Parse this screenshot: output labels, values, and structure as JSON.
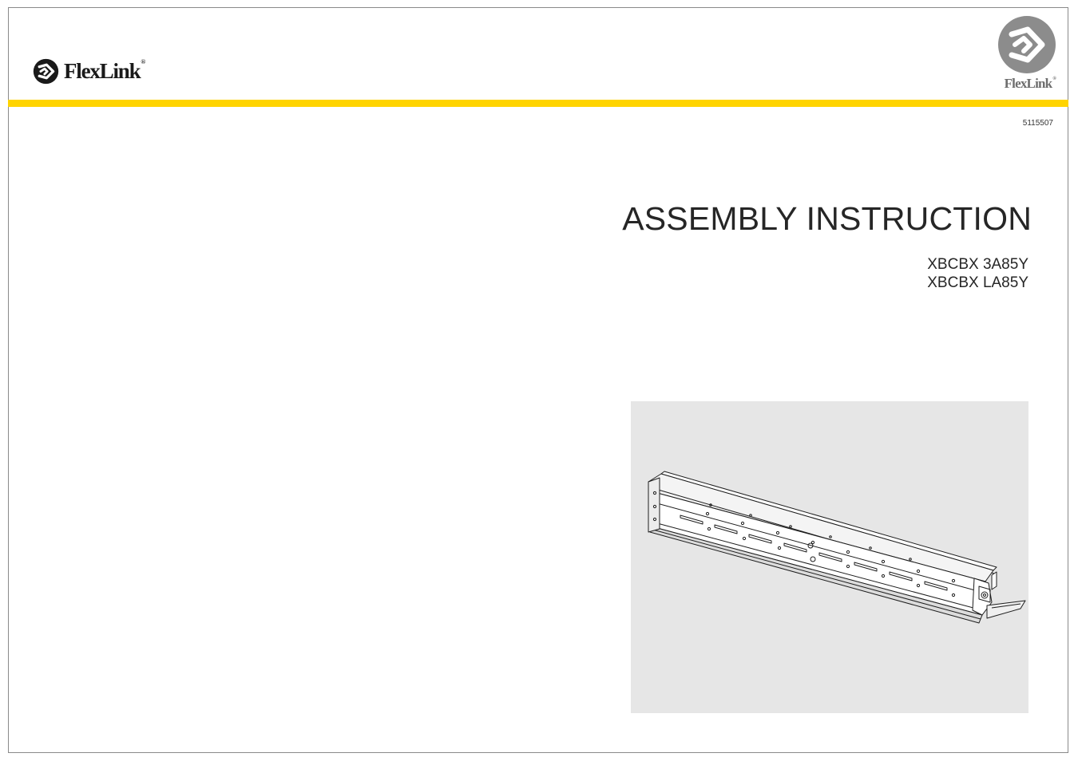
{
  "brand": {
    "name": "FlexLink",
    "registered_mark": "®",
    "primary_color": "#ffd400",
    "logo_icon": "flexlink-arrow-icon"
  },
  "document": {
    "number": "5115507",
    "title": "ASSEMBLY INSTRUCTION",
    "product_codes": [
      "XBCBX 3A85Y",
      "XBCBX LA85Y"
    ]
  },
  "figure": {
    "subject": "conveyor-beam-illustration",
    "background_color": "#e6e6e6"
  }
}
